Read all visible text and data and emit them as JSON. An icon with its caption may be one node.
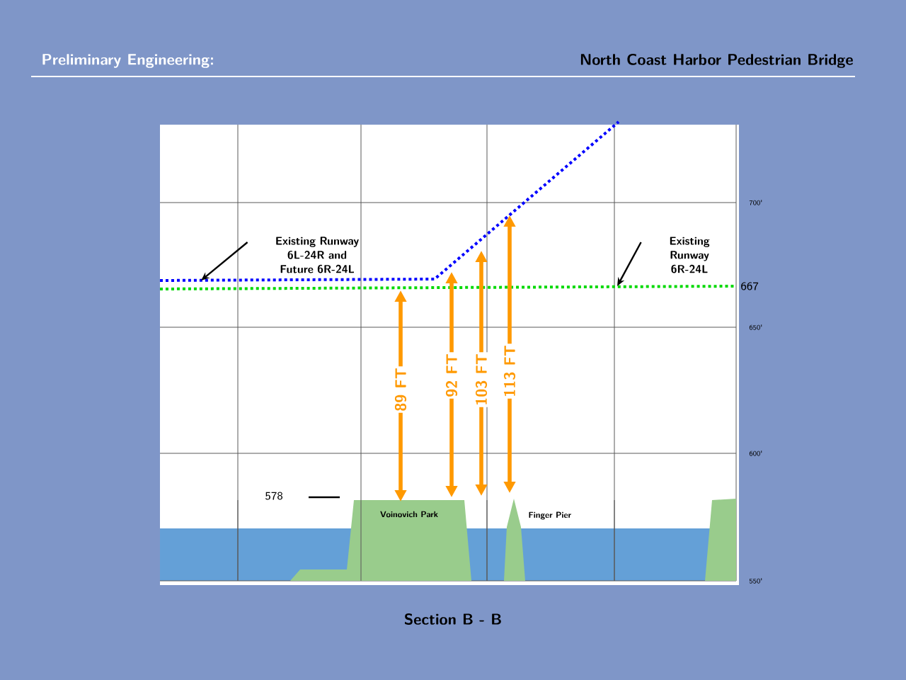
{
  "diagram": {
    "caption": "Section B - B",
    "nodes": [
      {
        "text": [
          "Existing Runway 6L-24R and Future 6R-24L"
        ]
      },
      {
        "text": [
          "Existing Runway 6R-24L"
        ]
      }
    ],
    "edges": [
      {
        "from": 0,
        "to": null,
        "arrow": "to"
      },
      {
        "from": 1,
        "to": null,
        "arrow": "to"
      }
    ],
    "labels": [
      "Preliminary Engineering:",
      "North Coast Harbor Pedestrian Bridge",
      "700'",
      "667",
      "650'",
      "89 FT",
      "92 FT",
      "103 FT",
      "113 FT",
      "600'",
      "578",
      "Voinovich Park",
      "Finger Pier",
      "550'"
    ]
  }
}
